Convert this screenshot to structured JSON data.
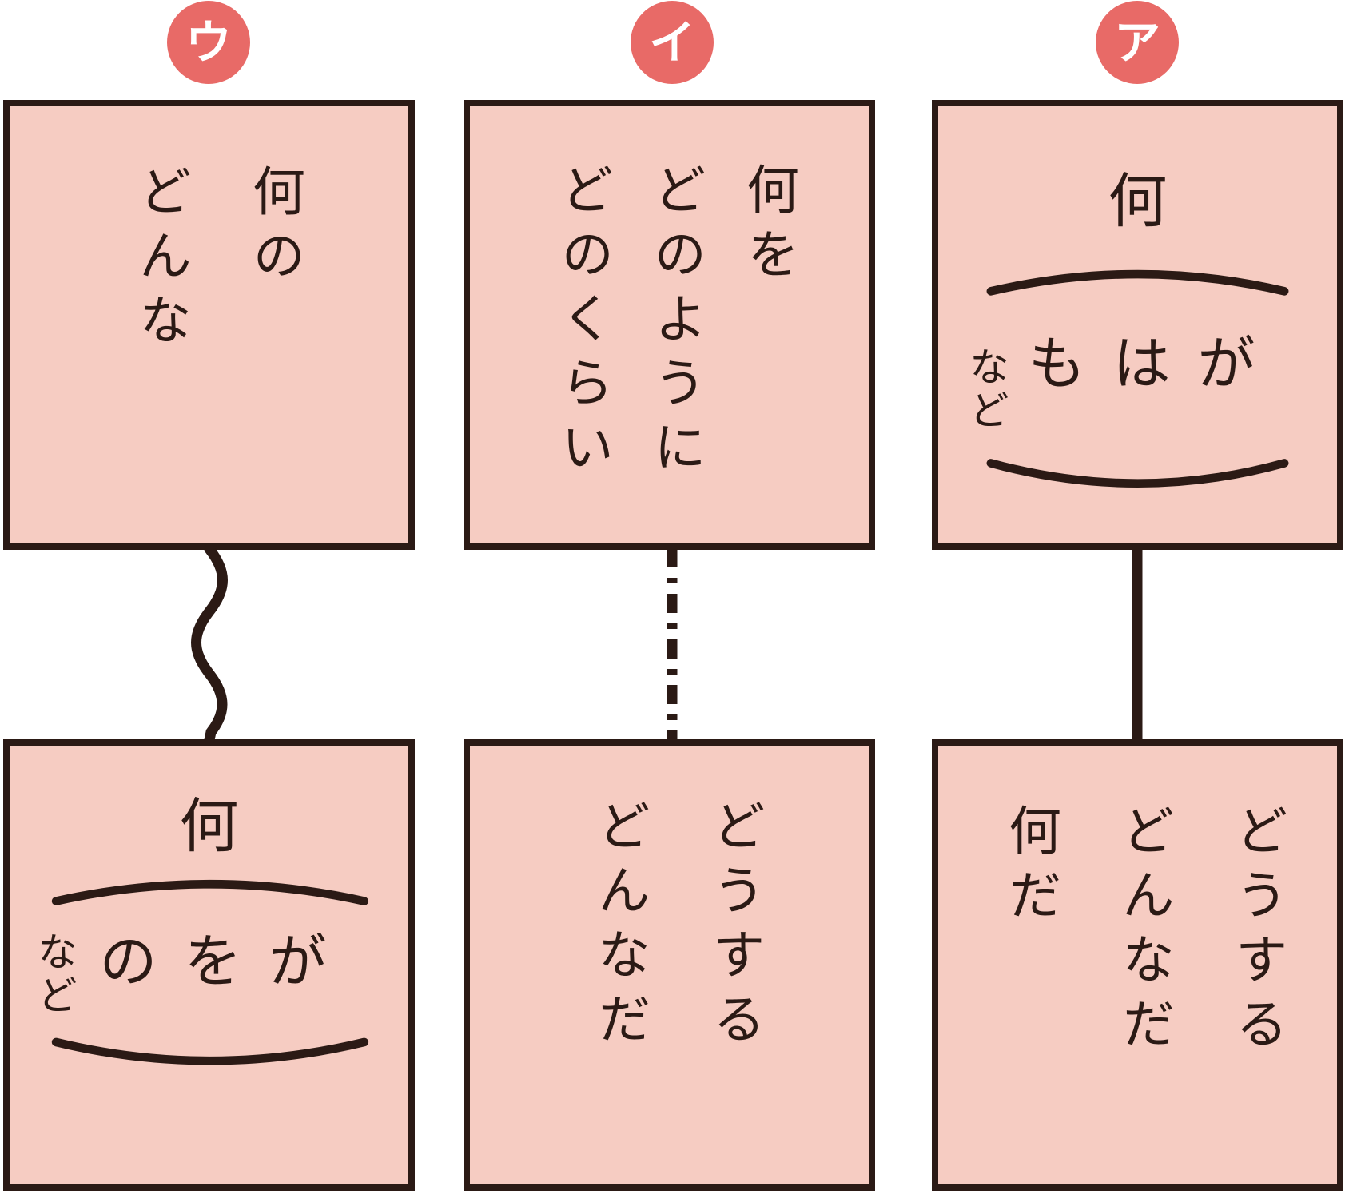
{
  "palette": {
    "box_fill": "#f6ccc2",
    "line_dark": "#2b1a15",
    "circle_red": "#e86a67",
    "circle_text": "#ffffff"
  },
  "columns": [
    {
      "label": "ウ",
      "connector": "wavy",
      "top_box": {
        "lines": [
          "何の",
          "どんな"
        ]
      },
      "bottom_box": {
        "head": "何",
        "particles": [
          "の",
          "を",
          "が"
        ],
        "etc": "など"
      }
    },
    {
      "label": "イ",
      "connector": "dash-dot",
      "top_box": {
        "lines": [
          "何を",
          "どのように",
          "どのくらい"
        ]
      },
      "bottom_box": {
        "lines": [
          "どうする",
          "どんなだ"
        ]
      }
    },
    {
      "label": "ア",
      "connector": "solid",
      "top_box": {
        "head": "何",
        "particles": [
          "も",
          "は",
          "が"
        ],
        "etc": "など"
      },
      "bottom_box": {
        "lines": [
          "どうする",
          "どんなだ",
          "何だ"
        ]
      }
    }
  ]
}
